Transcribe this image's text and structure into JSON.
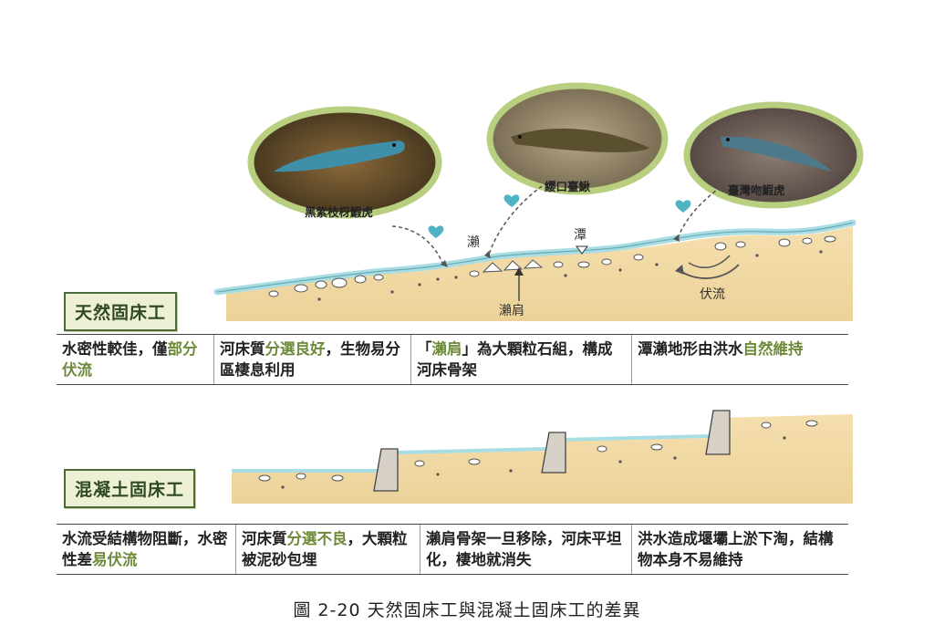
{
  "natural": {
    "label": "天然固床工",
    "fish": [
      {
        "name": "黑紫枝枒鰕虎"
      },
      {
        "name": "纓口臺鰍"
      },
      {
        "name": "臺灣吻鰕虎"
      }
    ],
    "labels": {
      "riffle": "瀨",
      "pool": "潭",
      "riffle_shoulder": "瀨肩",
      "underflow": "伏流"
    },
    "rows": [
      {
        "pre": "水密性較佳，僅",
        "hl": "部分伏流",
        "post": ""
      },
      {
        "pre": "河床質",
        "hl": "分選良好",
        "post": "，生物易分區棲息利用"
      },
      {
        "pre": "「",
        "hl": "瀨肩",
        "post": "」為大顆粒石組，構成河床骨架"
      },
      {
        "pre": "潭瀨地形由洪水",
        "hl": "自然維持",
        "post": ""
      }
    ]
  },
  "concrete": {
    "label": "混凝土固床工",
    "rows": [
      {
        "pre": "水流受結構物阻斷，水密性差",
        "hl": "易伏流",
        "post": ""
      },
      {
        "pre": "河床質",
        "hl": "分選不良",
        "post": "，大顆粒被泥砂包埋"
      },
      {
        "pre": "瀨肩骨架一旦移除，河床平坦化，棲地就消失",
        "hl": "",
        "post": ""
      },
      {
        "pre": "洪水造成堰壩上淤下淘，結構物本身不易維持",
        "hl": "",
        "post": ""
      }
    ]
  },
  "caption": "圖 2-20  天然固床工與混凝土固床工的差異",
  "colors": {
    "sand": "#f0d9a6",
    "water": "#a8dde3",
    "green": "#6d8a3a",
    "heart": "#4fb3c4",
    "frame": "#b9cf80"
  }
}
